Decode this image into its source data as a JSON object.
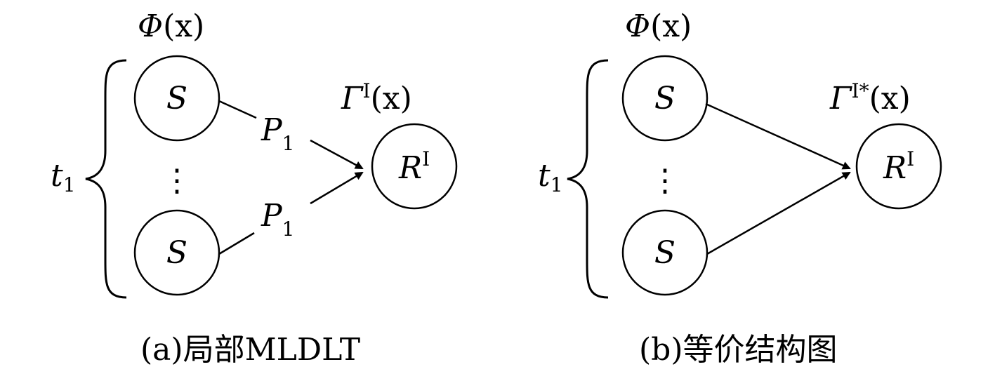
{
  "panel_a": {
    "phi_label": "Φ",
    "phi_arg": "(x)",
    "gamma_label": "Γ",
    "gamma_sup": "I",
    "gamma_arg": "(x)",
    "source_top": "S",
    "source_bottom": "S",
    "dots": "⋮",
    "target_main": "R",
    "target_sup": "I",
    "edge_label_top": "P",
    "edge_label_top_sub": "1",
    "edge_label_bottom": "P",
    "edge_label_bottom_sub": "1",
    "brace_label": "t",
    "brace_label_sub": "1",
    "caption": "(a)局部MLDLT"
  },
  "panel_b": {
    "phi_label": "Φ",
    "phi_arg": "(x)",
    "gamma_label": "Γ",
    "gamma_sup": "I*",
    "gamma_arg": "(x)",
    "source_top": "S",
    "source_bottom": "S",
    "dots": "⋮",
    "target_main": "R",
    "target_sup": "I",
    "brace_label": "t",
    "brace_label_sub": "1",
    "caption": "(b)等价结构图"
  }
}
